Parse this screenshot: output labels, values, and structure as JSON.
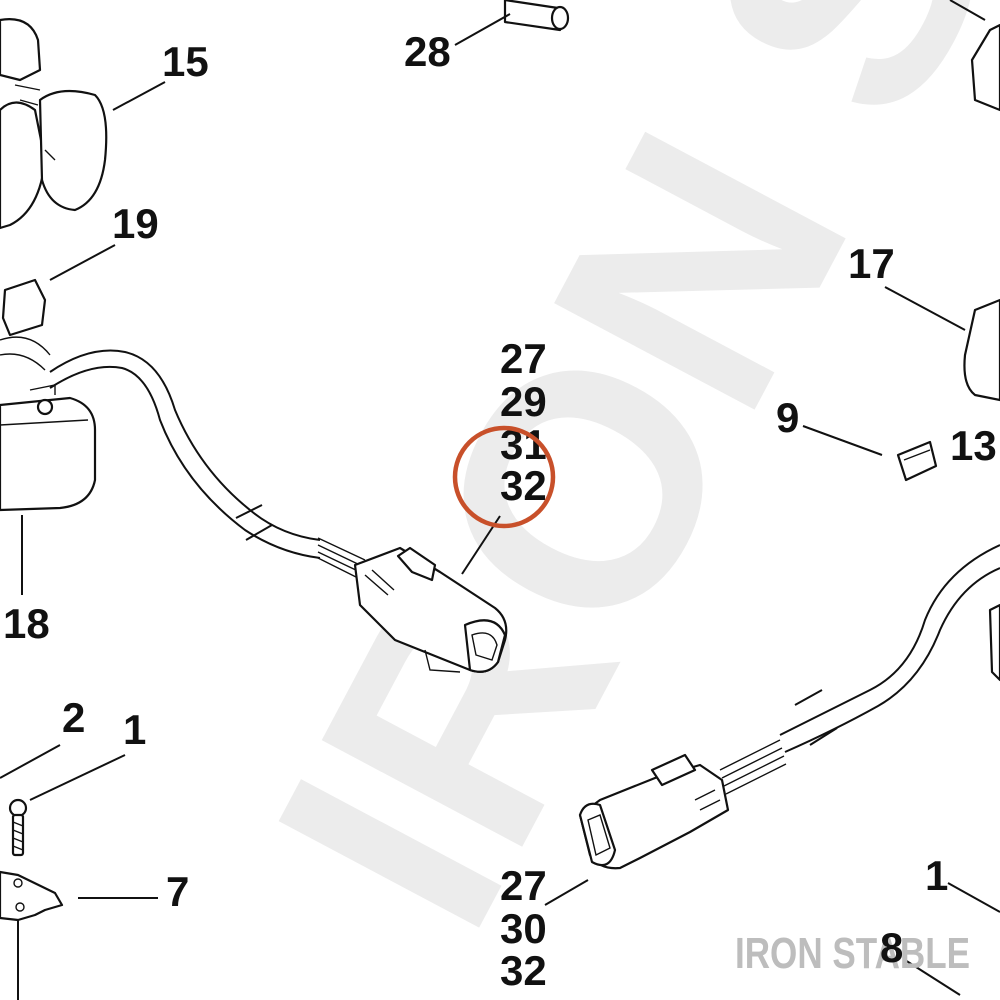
{
  "watermark_text": "IRON STABLE",
  "callouts": {
    "c15": "15",
    "c19": "19",
    "c28": "28",
    "c18": "18",
    "c17": "17",
    "c9": "9",
    "c13": "13",
    "c2": "2",
    "c1a": "1",
    "c1b": "1",
    "c7": "7",
    "c8": "8",
    "stack_upper": [
      "27",
      "29",
      "31",
      "32"
    ],
    "stack_lower": [
      "27",
      "30",
      "32"
    ]
  },
  "highlight": {
    "target": "32",
    "color": "#c8502a"
  },
  "colors": {
    "line": "#111111",
    "watermark": "#ececec",
    "brand": "#bdbdbd"
  }
}
